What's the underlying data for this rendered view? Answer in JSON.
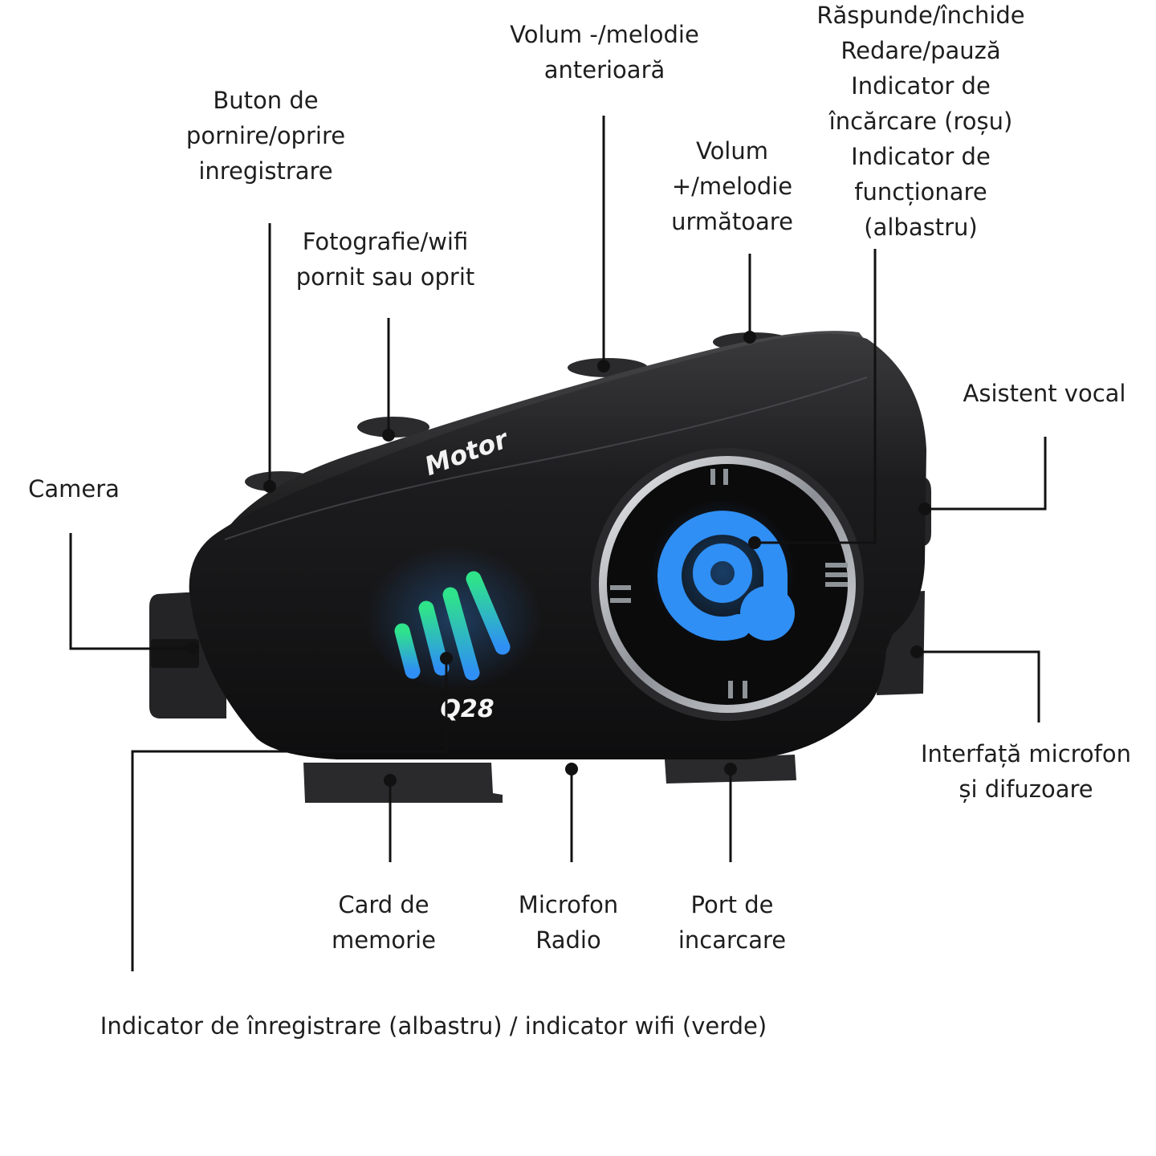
{
  "device": {
    "brand": "Motor",
    "model": "Q28",
    "colors": {
      "body": "#1b1b1c",
      "indicator_blue": "#2f8ff5",
      "indicator_green": "#2fe38a",
      "ring": "#c9ccd0"
    }
  },
  "callouts": [
    {
      "id": "power-record",
      "lines": [
        "Buton de",
        "pornire/oprire",
        "inregistrare"
      ]
    },
    {
      "id": "photo-wifi",
      "lines": [
        "Fotografie/wifi",
        "pornit sau oprit"
      ]
    },
    {
      "id": "volume-down",
      "lines": [
        "Volum -/melodie",
        "anterioară"
      ]
    },
    {
      "id": "volume-up",
      "lines": [
        "Volum",
        "+/melodie",
        "următoare"
      ]
    },
    {
      "id": "main-button",
      "lines": [
        "Răspunde/închide",
        "Redare/pauză",
        "Indicator de",
        "încărcare (roșu)",
        "Indicator de",
        "funcționare",
        "(albastru)"
      ]
    },
    {
      "id": "voice-assistant",
      "lines": [
        "Asistent vocal"
      ]
    },
    {
      "id": "camera",
      "lines": [
        "Camera"
      ]
    },
    {
      "id": "mic-speaker",
      "lines": [
        "Interfață microfon",
        "și difuzoare"
      ]
    },
    {
      "id": "memory-card",
      "lines": [
        "Card de",
        "memorie"
      ]
    },
    {
      "id": "radio-mic",
      "lines": [
        "Microfon",
        "Radio"
      ]
    },
    {
      "id": "charging-port",
      "lines": [
        "Port de",
        "incarcare"
      ]
    },
    {
      "id": "record-wifi-indicator",
      "lines": [
        "Indicator de înregistrare (albastru) / indicator wifi (verde)"
      ]
    }
  ]
}
